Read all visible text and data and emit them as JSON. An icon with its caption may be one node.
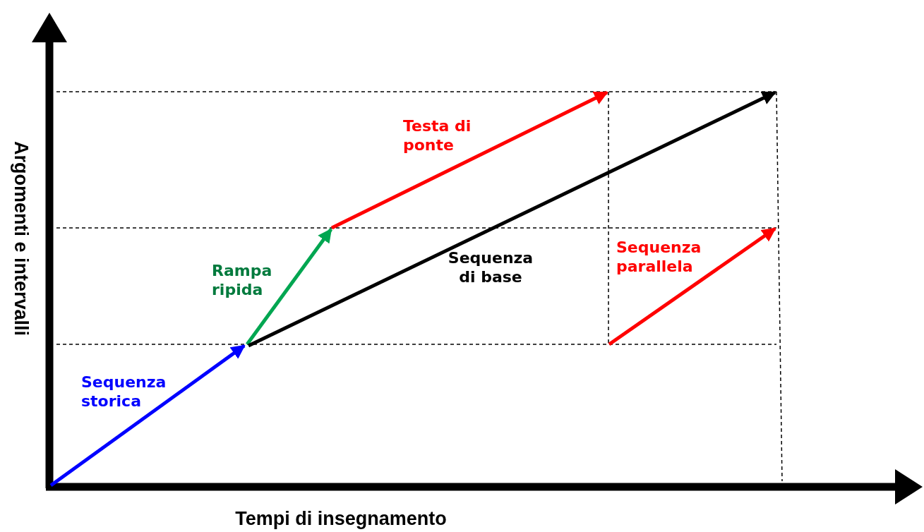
{
  "diagram": {
    "labels": [
      "Testa di ponte",
      "Sequenza parallela",
      "Sequenza di base",
      "Rampa ripida",
      "Sequenza storica",
      "Argomenti e intervalli",
      "Tempi di insegnamento"
    ]
  }
}
